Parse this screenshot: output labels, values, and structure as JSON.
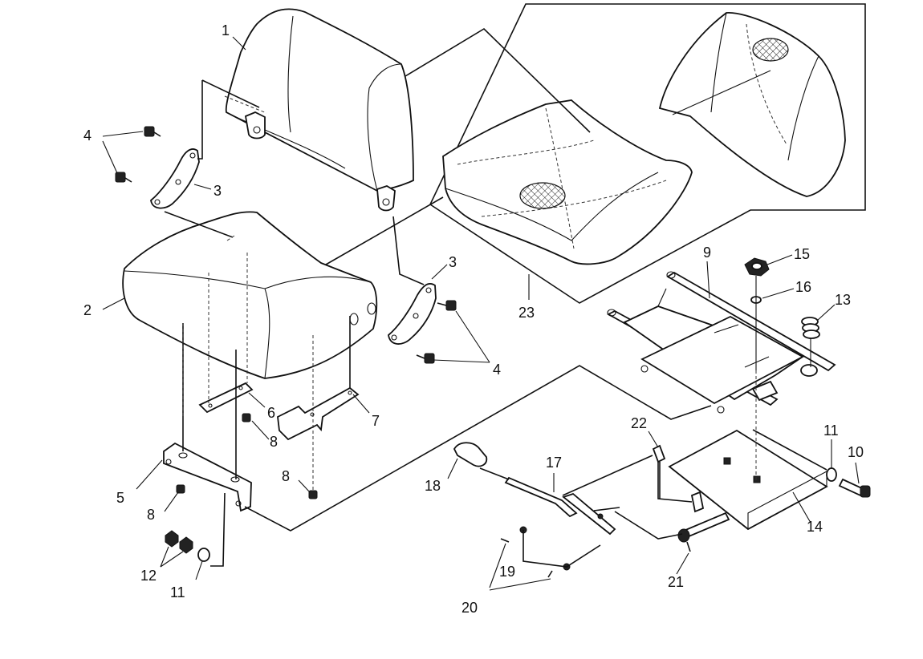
{
  "diagram": {
    "callouts": [
      {
        "id": "c1",
        "text": "1"
      },
      {
        "id": "c2",
        "text": "2"
      },
      {
        "id": "c3a",
        "text": "3"
      },
      {
        "id": "c3b",
        "text": "3"
      },
      {
        "id": "c4a",
        "text": "4"
      },
      {
        "id": "c4b",
        "text": "4"
      },
      {
        "id": "c5",
        "text": "5"
      },
      {
        "id": "c6",
        "text": "6"
      },
      {
        "id": "c7",
        "text": "7"
      },
      {
        "id": "c8a",
        "text": "8"
      },
      {
        "id": "c8b",
        "text": "8"
      },
      {
        "id": "c8c",
        "text": "8"
      },
      {
        "id": "c9",
        "text": "9"
      },
      {
        "id": "c10",
        "text": "10"
      },
      {
        "id": "c11a",
        "text": "11"
      },
      {
        "id": "c11b",
        "text": "11"
      },
      {
        "id": "c12",
        "text": "12"
      },
      {
        "id": "c13",
        "text": "13"
      },
      {
        "id": "c14",
        "text": "14"
      },
      {
        "id": "c15",
        "text": "15"
      },
      {
        "id": "c16",
        "text": "16"
      },
      {
        "id": "c17",
        "text": "17"
      },
      {
        "id": "c18",
        "text": "18"
      },
      {
        "id": "c19",
        "text": "19"
      },
      {
        "id": "c20",
        "text": "20"
      },
      {
        "id": "c21",
        "text": "21"
      },
      {
        "id": "c22",
        "text": "22"
      },
      {
        "id": "c23",
        "text": "23"
      }
    ]
  }
}
